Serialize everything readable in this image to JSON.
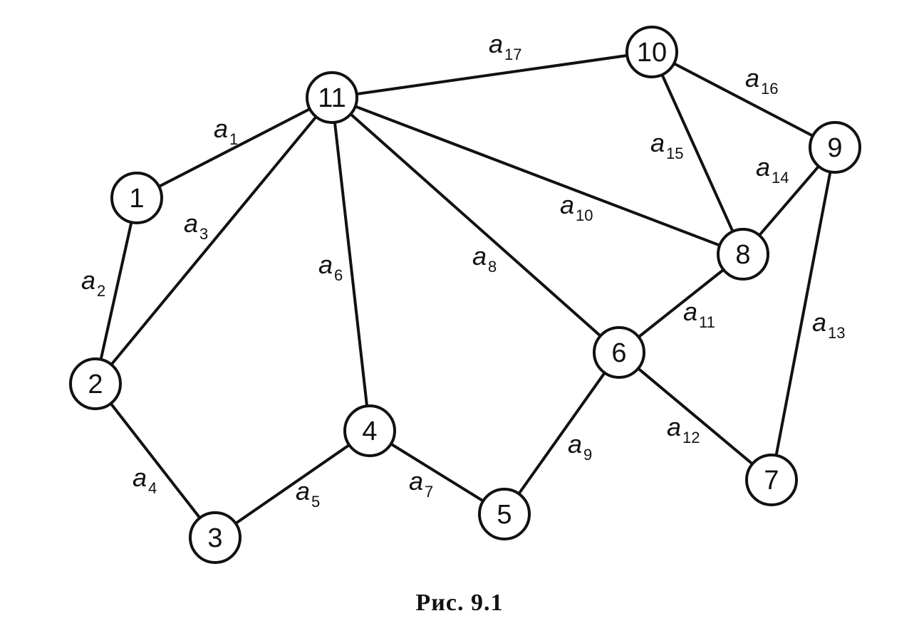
{
  "diagram": {
    "nodes": [
      {
        "id": "1",
        "label": "1"
      },
      {
        "id": "2",
        "label": "2"
      },
      {
        "id": "3",
        "label": "3"
      },
      {
        "id": "4",
        "label": "4"
      },
      {
        "id": "5",
        "label": "5"
      },
      {
        "id": "6",
        "label": "6"
      },
      {
        "id": "7",
        "label": "7"
      },
      {
        "id": "8",
        "label": "8"
      },
      {
        "id": "9",
        "label": "9"
      },
      {
        "id": "10",
        "label": "10"
      },
      {
        "id": "11",
        "label": "11"
      }
    ],
    "edges": [
      {
        "from": "11",
        "to": "1",
        "label": "a",
        "sub": "1"
      },
      {
        "from": "1",
        "to": "2",
        "label": "a",
        "sub": "2"
      },
      {
        "from": "11",
        "to": "2",
        "label": "a",
        "sub": "3"
      },
      {
        "from": "2",
        "to": "3",
        "label": "a",
        "sub": "4"
      },
      {
        "from": "3",
        "to": "4",
        "label": "a",
        "sub": "5"
      },
      {
        "from": "11",
        "to": "4",
        "label": "a",
        "sub": "6"
      },
      {
        "from": "4",
        "to": "5",
        "label": "a",
        "sub": "7"
      },
      {
        "from": "11",
        "to": "6",
        "label": "a",
        "sub": "8"
      },
      {
        "from": "5",
        "to": "6",
        "label": "a",
        "sub": "9"
      },
      {
        "from": "11",
        "to": "8",
        "label": "a",
        "sub": "10"
      },
      {
        "from": "6",
        "to": "8",
        "label": "a",
        "sub": "11"
      },
      {
        "from": "6",
        "to": "7",
        "label": "a",
        "sub": "12"
      },
      {
        "from": "9",
        "to": "7",
        "label": "a",
        "sub": "13"
      },
      {
        "from": "8",
        "to": "9",
        "label": "a",
        "sub": "14"
      },
      {
        "from": "10",
        "to": "8",
        "label": "a",
        "sub": "15"
      },
      {
        "from": "10",
        "to": "9",
        "label": "a",
        "sub": "16"
      },
      {
        "from": "11",
        "to": "10",
        "label": "a",
        "sub": "17"
      }
    ]
  },
  "caption": "Рис. 9.1"
}
